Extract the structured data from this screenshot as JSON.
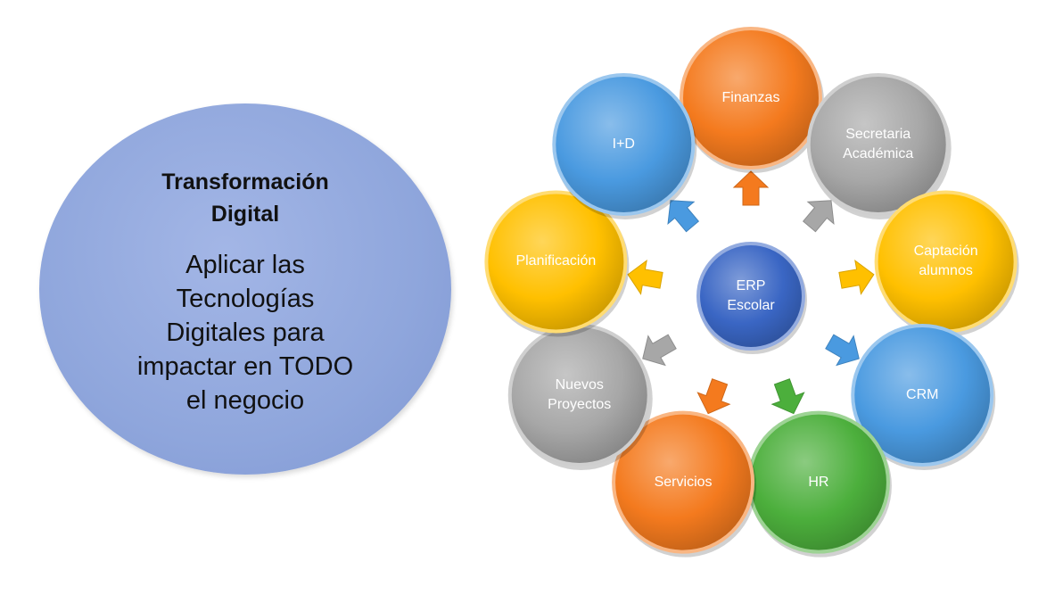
{
  "left_panel": {
    "title_lines": [
      "Transformación",
      "Digital"
    ],
    "body_lines": [
      "Aplicar las",
      "Tecnologías",
      "Digitales para",
      "impactar en TODO",
      "el negocio"
    ]
  },
  "hub": {
    "label_lines": [
      "ERP",
      "Escolar"
    ],
    "color": "#3a66c4"
  },
  "nodes": [
    {
      "id": "finanzas",
      "lines": [
        "Finanzas"
      ],
      "color": "#f47a1e",
      "arrow_color": "#f47a1e"
    },
    {
      "id": "secretaria-academica",
      "lines": [
        "Secretaria",
        "Académica"
      ],
      "color": "#a7a7a7",
      "arrow_color": "#a7a7a7"
    },
    {
      "id": "captacion-alumnos",
      "lines": [
        "Captación",
        "alumnos"
      ],
      "color": "#ffc000",
      "arrow_color": "#ffc000"
    },
    {
      "id": "crm",
      "lines": [
        "CRM"
      ],
      "color": "#4a9ae0",
      "arrow_color": "#4a9ae0"
    },
    {
      "id": "hr",
      "lines": [
        "HR"
      ],
      "color": "#4caf3c",
      "arrow_color": "#4caf3c"
    },
    {
      "id": "servicios",
      "lines": [
        "Servicios"
      ],
      "color": "#f47a1e",
      "arrow_color": "#f47a1e"
    },
    {
      "id": "nuevos-proyectos",
      "lines": [
        "Nuevos",
        "Proyectos"
      ],
      "color": "#a7a7a7",
      "arrow_color": "#a7a7a7"
    },
    {
      "id": "planificacion",
      "lines": [
        "Planificación"
      ],
      "color": "#ffc000",
      "arrow_color": "#ffc000"
    },
    {
      "id": "i-d",
      "lines": [
        "I+D"
      ],
      "color": "#4a9ae0",
      "arrow_color": "#4a9ae0"
    }
  ]
}
